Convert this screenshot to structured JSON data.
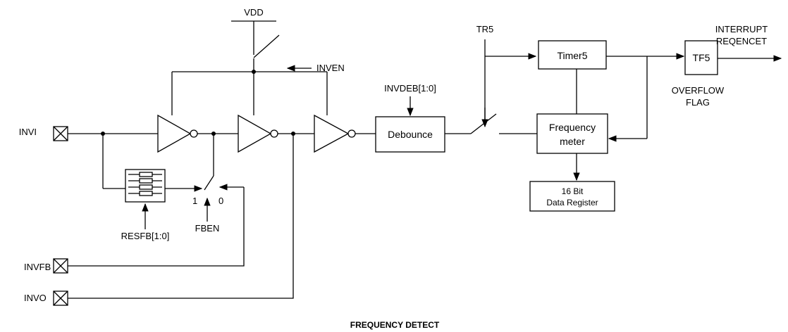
{
  "labels": {
    "vdd": "VDD",
    "inven": "INVEN",
    "invi": "INVI",
    "invfb": "INVFB",
    "invo": "INVO",
    "resfb": "RESFB[1:0]",
    "fben": "FBEN",
    "sw_one": "1",
    "sw_zero": "0",
    "invdeb": "INVDEB[1:0]",
    "tr5": "TR5",
    "interrupt_line1": "INTERRUPT",
    "interrupt_line2": "REQENCET",
    "overflow_line1": "OVERFLOW",
    "overflow_line2": "FLAG"
  },
  "blocks": {
    "debounce": "Debounce",
    "timer5": "Timer5",
    "tf5": "TF5",
    "freq_line1": "Frequency",
    "freq_line2": "meter",
    "reg_line1": "16 Bit",
    "reg_line2": "Data Register"
  },
  "caption": "FREQUENCY DETECT"
}
